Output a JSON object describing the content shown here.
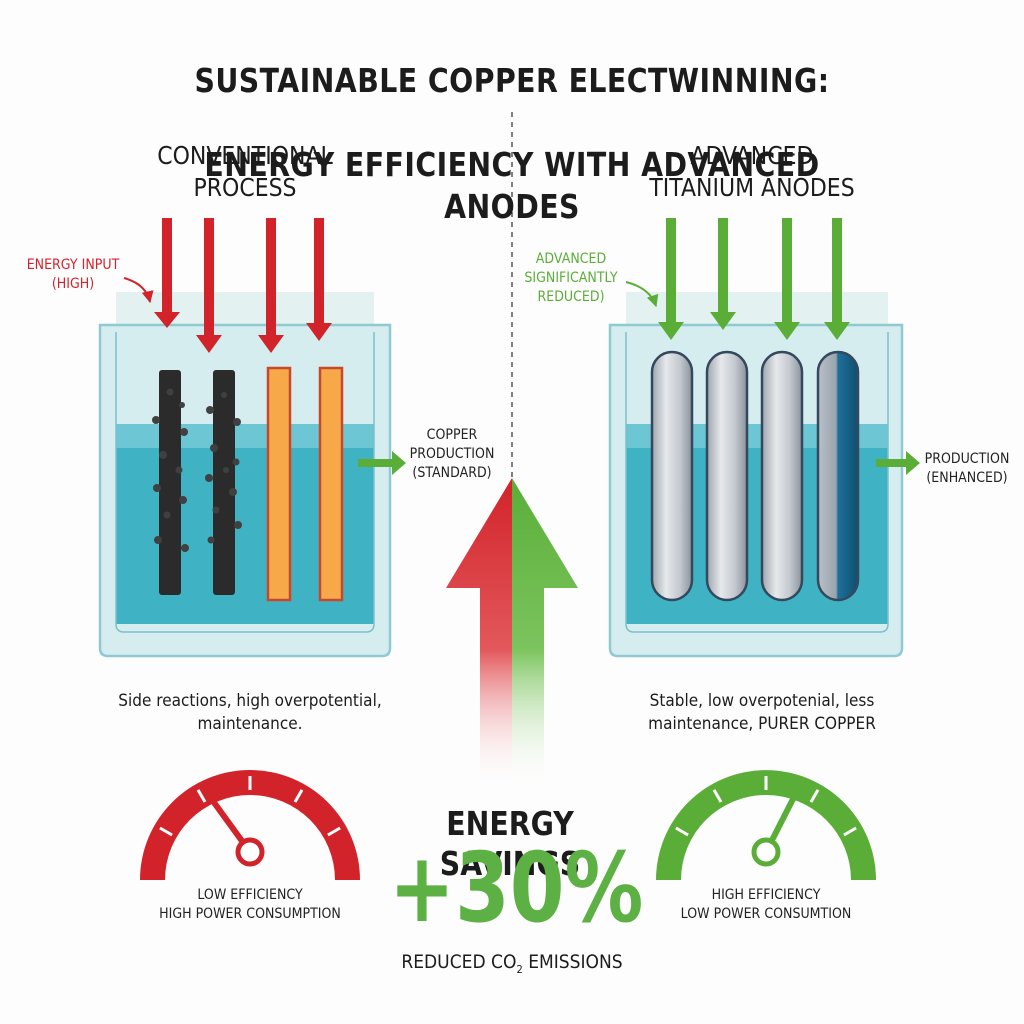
{
  "title": {
    "line1": "SUSTAINABLE COPPER ELECTWINNING:",
    "line2": "ENERGY EFFICIENCY WITH ADVANCED ANODES"
  },
  "left_panel": {
    "heading": "CONVENTIONAL\nPROCESS",
    "energy_label": "ENERGY INPUT\n(HIGH)",
    "output_label": "COPPER\nPRODUCTION\n(STANDARD)",
    "description": "Side reactions, high overpotential,\nmaintenance.",
    "gauge_label": "LOW EFFICIENCY\nHIGH POWER CONSUMPTION"
  },
  "right_panel": {
    "heading": "ADVANCED\nTITANIUM ANODES",
    "energy_label": "ADVANCED\nSIGNIFICANTLY\nREDUCED)",
    "output_label": "PRODUCTION\n(ENHANCED)",
    "description": "Stable, low overpotenial, less\nmaintenance, PURER COPPER",
    "gauge_label": "HIGH EFFICIENCY\nLOW POWER CONSUMTION"
  },
  "savings": {
    "label": "ENERGY SAVINGS",
    "value": "+30%",
    "emissions_prefix": "REDUCED CO",
    "emissions_subscript": "2",
    "emissions_suffix": " EMISSIONS"
  },
  "colors": {
    "red": "#d2232a",
    "green": "#5aae38",
    "water": "#3fb3c4",
    "tank": "#bfe3ea"
  },
  "gauges": {
    "left_level": 0.3,
    "right_level": 0.65
  }
}
